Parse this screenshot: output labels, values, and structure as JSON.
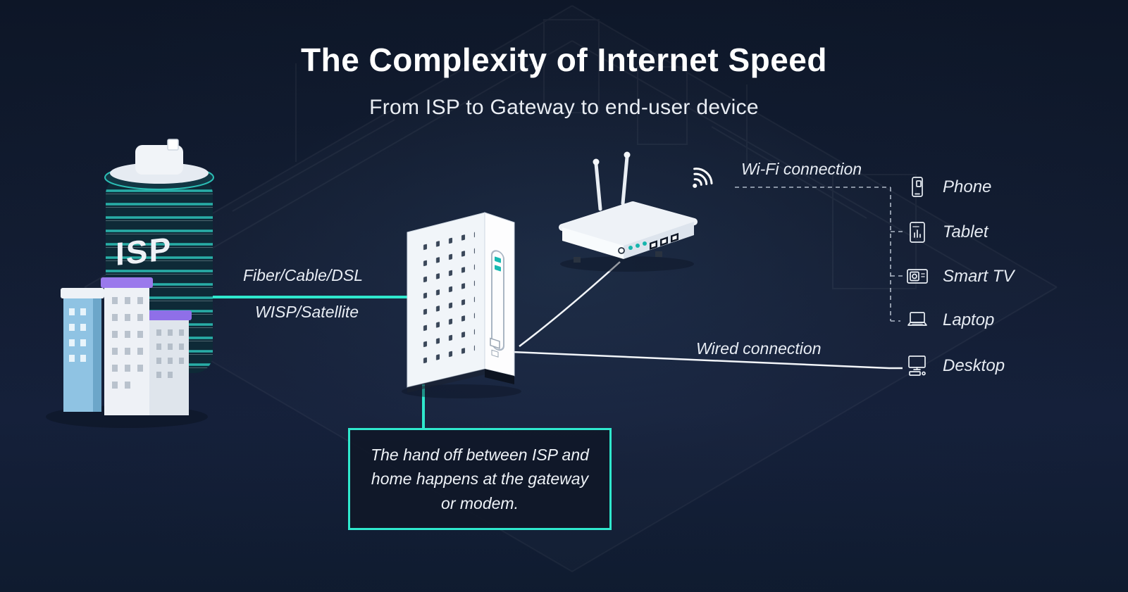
{
  "colors": {
    "background": "#101a2e",
    "accent_teal": "#2fe8cd",
    "line_white": "#f2f5f9",
    "text_primary": "#ffffff",
    "text_secondary": "#e9edf3"
  },
  "header": {
    "title": "The Complexity of Internet Speed",
    "subtitle": "From ISP to Gateway to end-user device"
  },
  "isp_building": {
    "label": "ISP"
  },
  "links": {
    "isp_line1": "Fiber/Cable/DSL",
    "isp_line2": "WISP/Satellite",
    "wifi_label": "Wi-Fi connection",
    "wired_label": "Wired connection"
  },
  "callout": {
    "text": "The hand off between ISP and home happens at the gateway or modem."
  },
  "devices": [
    {
      "id": "phone",
      "label": "Phone",
      "connection": "wifi"
    },
    {
      "id": "tablet",
      "label": "Tablet",
      "connection": "wifi"
    },
    {
      "id": "smart-tv",
      "label": "Smart TV",
      "connection": "wifi"
    },
    {
      "id": "laptop",
      "label": "Laptop",
      "connection": "wifi"
    },
    {
      "id": "desktop",
      "label": "Desktop",
      "connection": "wired"
    }
  ]
}
